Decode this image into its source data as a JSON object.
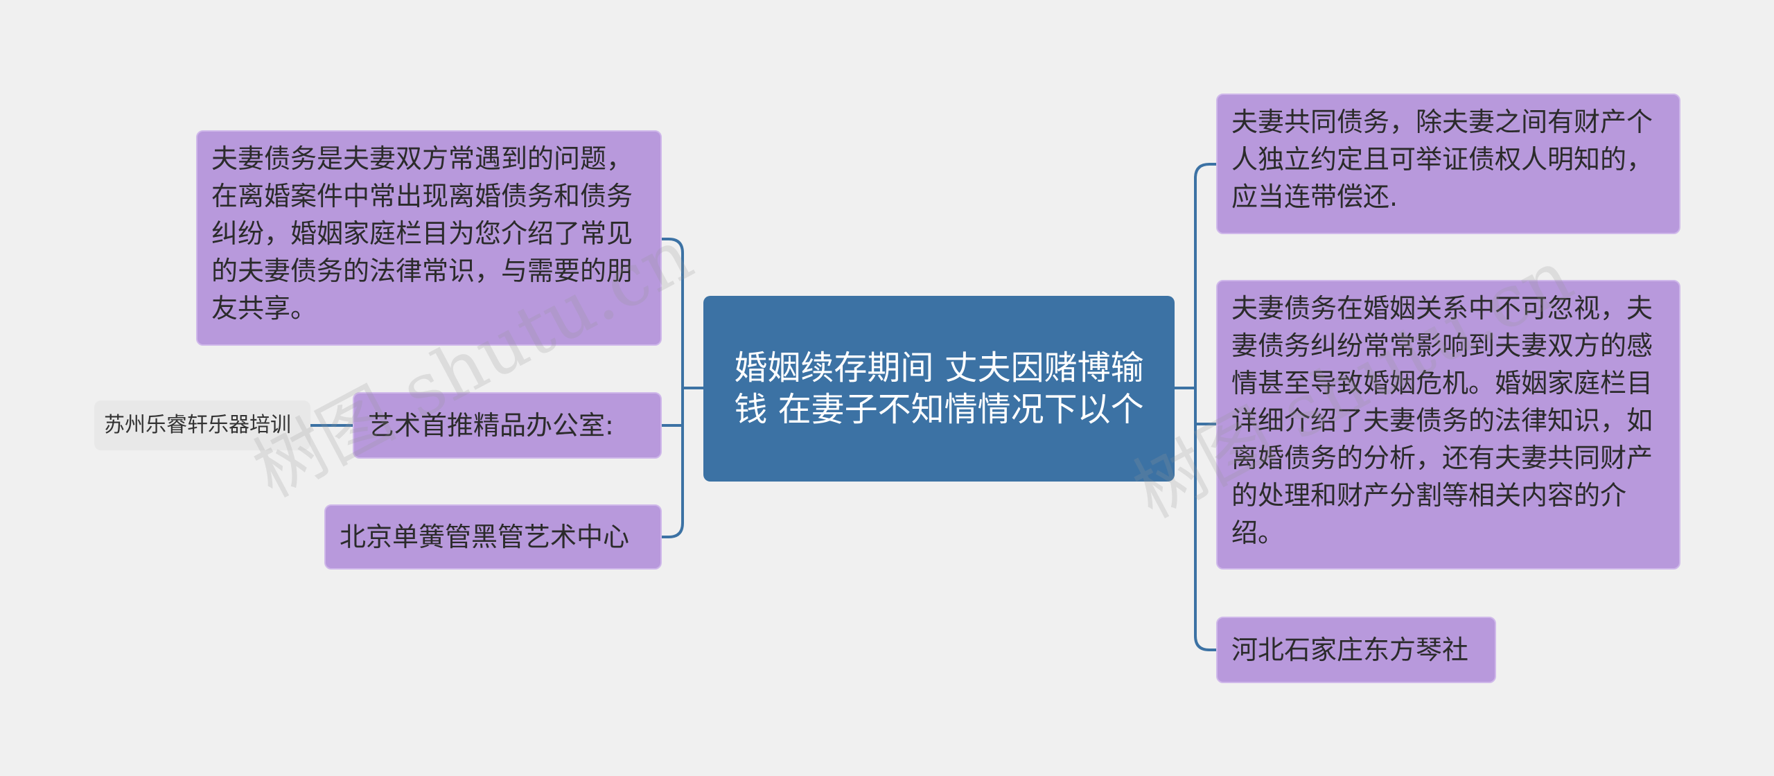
{
  "root": {
    "text": "婚姻续存期间 丈夫因赌博输钱 在妻子不知情情况下以个"
  },
  "left": [
    {
      "text": "夫妻债务是夫妻双方常遇到的问题，在离婚案件中常出现离婚债务和债务纠纷，婚姻家庭栏目为您介绍了常见的夫妻债务的法律常识，与需要的朋友共享。"
    },
    {
      "text": "艺术首推精品办公室:"
    },
    {
      "text": "北京单簧管黑管艺术中心"
    }
  ],
  "left_sub": {
    "text": "苏州乐睿轩乐器培训"
  },
  "right": [
    {
      "text": "夫妻共同债务，除夫妻之间有财产个人独立约定且可举证债权人明知的，应当连带偿还."
    },
    {
      "text": "夫妻债务在婚姻关系中不可忽视，夫妻债务纠纷常常影响到夫妻双方的感情甚至导致婚姻危机。婚姻家庭栏目详细介绍了夫妻债务的法律知识，如离婚债务的分析，还有夫妻共同财产的处理和财产分割等相关内容的介绍。"
    },
    {
      "text": "河北石家庄东方琴社"
    }
  ],
  "watermarks": [
    "树图 shutu.cn",
    "树图 shutu.cn"
  ],
  "colors": {
    "root": "#3c72a4",
    "node": "#b899dc",
    "line": "#3c72a4",
    "leaf": "#e8e8e8"
  }
}
